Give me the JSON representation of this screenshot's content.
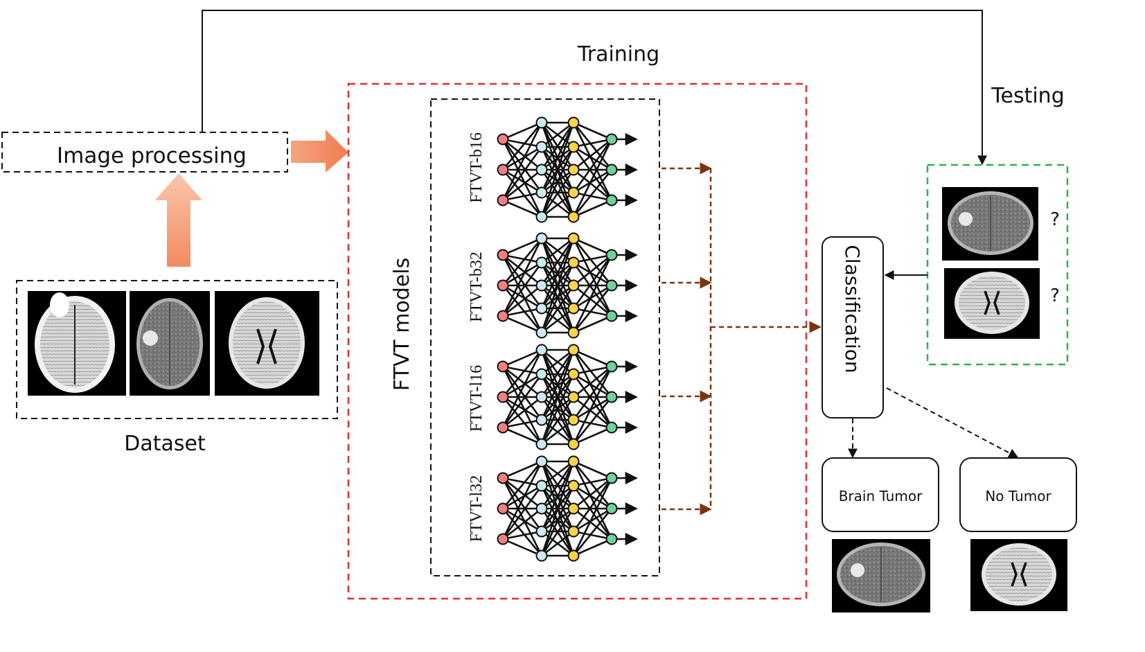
{
  "labels": {
    "training": "Training",
    "testing": "Testing",
    "image_processing": "Image processing",
    "dataset": "Dataset",
    "ftvt_models": "FTVT models",
    "classification": "Classification",
    "brain_tumor": "Brain Tumor",
    "no_tumor": "No Tumor",
    "unknown": "?"
  },
  "models": [
    "FTVT-b16",
    "FTVT-b32",
    "FTVT-l16",
    "FTVT-l32"
  ],
  "colors": {
    "training_border": "#e03030",
    "testing_border": "#2db34a",
    "dashed_black": "#111111",
    "flow_arrow": "#7a3510",
    "block_arrow": "#f4a07a",
    "node_red": "#f08080",
    "node_blue": "#c9ecf2",
    "node_yellow": "#f7d44a",
    "node_green": "#6fd29a"
  }
}
